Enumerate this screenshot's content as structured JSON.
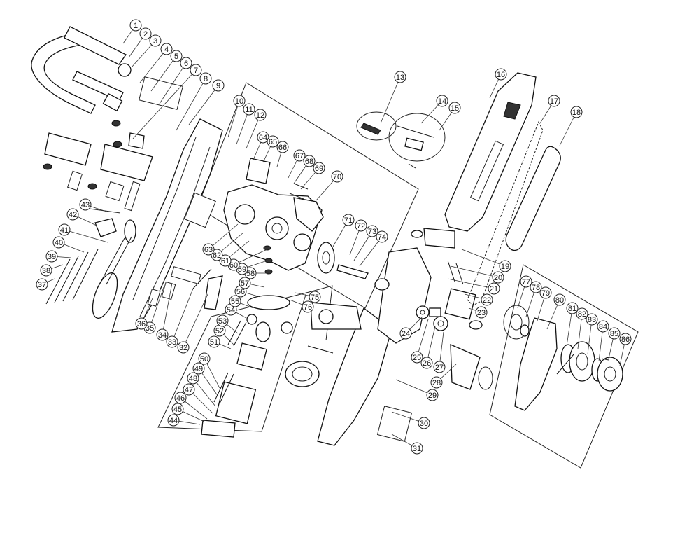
{
  "diagram": {
    "callouts": [
      "1",
      "2",
      "3",
      "4",
      "5",
      "6",
      "7",
      "8",
      "9",
      "10",
      "11",
      "12",
      "13",
      "14",
      "15",
      "16",
      "17",
      "18",
      "19",
      "20",
      "21",
      "22",
      "23",
      "24",
      "25",
      "26",
      "27",
      "28",
      "29",
      "30",
      "31",
      "32",
      "33",
      "34",
      "35",
      "36",
      "37",
      "38",
      "39",
      "40",
      "41",
      "42",
      "43",
      "44",
      "45",
      "46",
      "47",
      "48",
      "49",
      "50",
      "51",
      "52",
      "53",
      "54",
      "55",
      "56",
      "57",
      "58",
      "59",
      "60",
      "61",
      "62",
      "63",
      "64",
      "65",
      "66",
      "67",
      "68",
      "69",
      "70",
      "71",
      "72",
      "73",
      "74",
      "75",
      "76",
      "77",
      "78",
      "79",
      "80",
      "81",
      "82",
      "83",
      "84",
      "85",
      "86"
    ]
  }
}
